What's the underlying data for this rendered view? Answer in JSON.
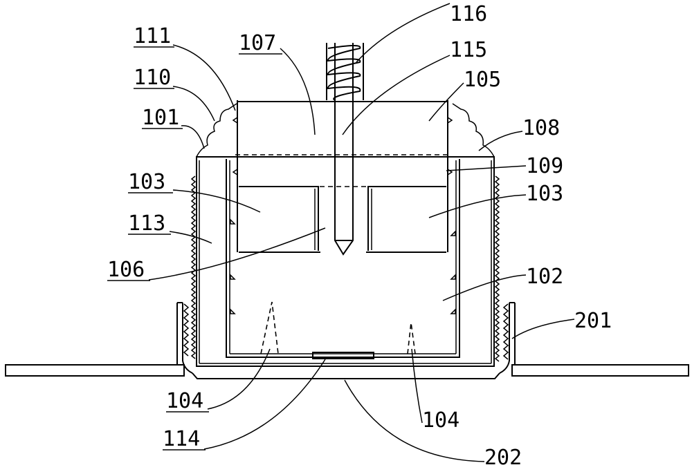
{
  "figure": {
    "labels": {
      "l116": "116",
      "l107": "107",
      "l115": "115",
      "l111": "111",
      "l105": "105",
      "l110": "110",
      "l101": "101",
      "l108": "108",
      "l109": "109",
      "l103a": "103",
      "l103b": "103",
      "l113": "113",
      "l106": "106",
      "l102": "102",
      "l201": "201",
      "l104a": "104",
      "l104b": "104",
      "l114": "114",
      "l202": "202"
    }
  }
}
